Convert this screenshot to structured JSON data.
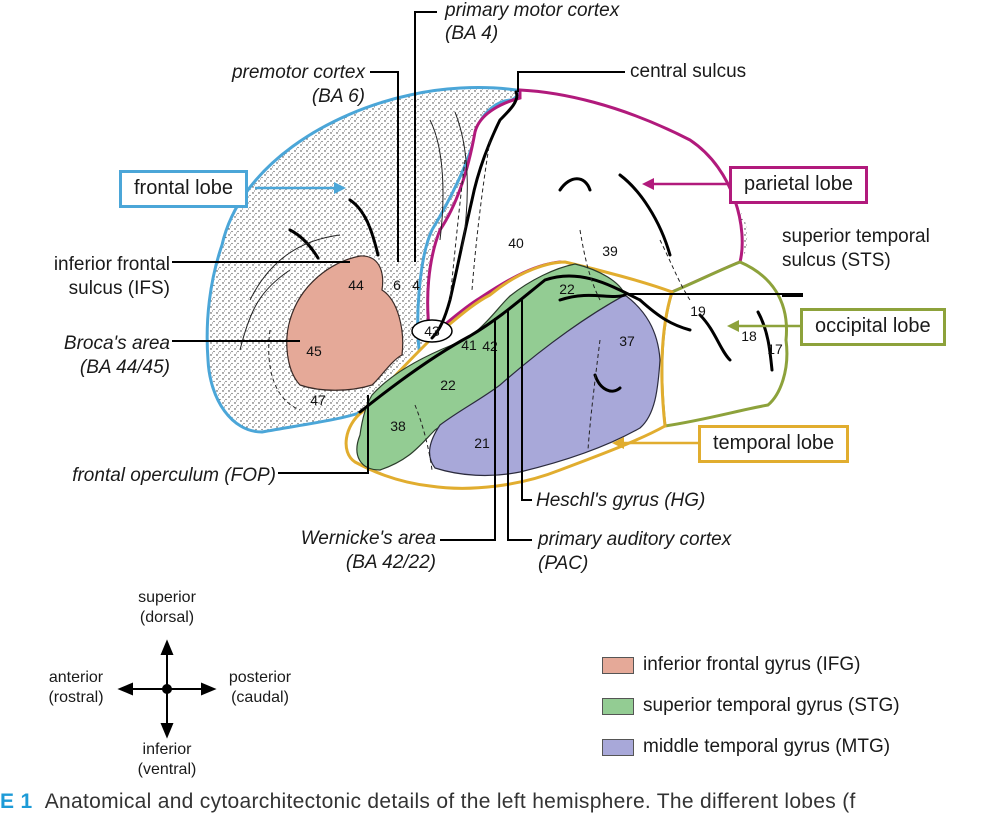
{
  "labels": {
    "primary_motor_cortex": "primary motor cortex",
    "ba4": "(BA 4)",
    "premotor_cortex": "premotor cortex",
    "ba6": "(BA 6)",
    "central_sulcus": "central sulcus",
    "frontal_lobe": "frontal lobe",
    "parietal_lobe": "parietal lobe",
    "inferior_frontal_sulcus_1": "inferior frontal",
    "inferior_frontal_sulcus_2": "sulcus (IFS)",
    "superior_temporal_sulcus_1": "superior temporal",
    "superior_temporal_sulcus_2": "sulcus (STS)",
    "occipital_lobe": "occipital lobe",
    "brocas_area_1": "Broca's area",
    "brocas_area_2": "(BA 44/45)",
    "temporal_lobe": "temporal lobe",
    "frontal_operculum": "frontal operculum (FOP)",
    "heschls_gyrus": "Heschl's gyrus (HG)",
    "wernickes_area_1": "Wernicke's area",
    "wernickes_area_2": "(BA 42/22)",
    "primary_auditory_cortex_1": "primary auditory cortex",
    "primary_auditory_cortex_2": "(PAC)"
  },
  "brodmann_areas": [
    "40",
    "39",
    "44",
    "6",
    "4",
    "22",
    "19",
    "43",
    "37",
    "45",
    "41",
    "42",
    "18",
    "17",
    "22",
    "47",
    "38",
    "21"
  ],
  "compass": {
    "superior_1": "superior",
    "superior_2": "(dorsal)",
    "inferior_1": "inferior",
    "inferior_2": "(ventral)",
    "anterior_1": "anterior",
    "anterior_2": "(rostral)",
    "posterior_1": "posterior",
    "posterior_2": "(caudal)"
  },
  "legend": [
    {
      "label": "inferior frontal gyrus (IFG)",
      "color": "#e5a998"
    },
    {
      "label": "superior temporal gyrus (STG)",
      "color": "#93cc93"
    },
    {
      "label": "middle temporal gyrus (MTG)",
      "color": "#a8a8d9"
    }
  ],
  "colors": {
    "frontal": "#4ba6d8",
    "parietal": "#b11a7c",
    "occipital": "#8da23b",
    "temporal": "#e1ad2f",
    "ifg": "#e5a998",
    "stg": "#93cc93",
    "mtg": "#a8a8d9"
  },
  "caption": {
    "figure": "E 1",
    "text": "Anatomical and cytoarchitectonic details of the left hemisphere. The different lobes (f"
  }
}
